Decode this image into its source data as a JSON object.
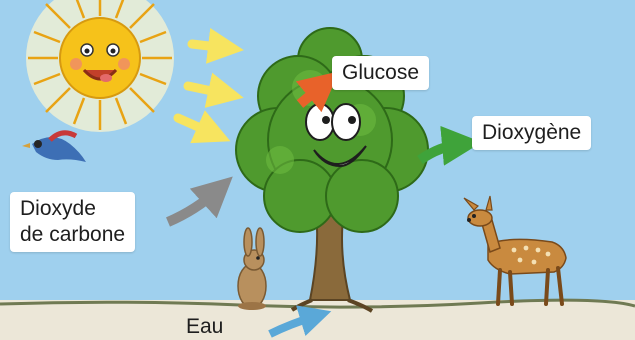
{
  "labels": {
    "glucose": "Glucose",
    "dioxygene": "Dioxygène",
    "co2_line1": "Dioxyde",
    "co2_line2": "de carbone",
    "eau": "Eau"
  },
  "colors": {
    "sky": "#9fd0ee",
    "ground": "#ece7d8",
    "sun": "#f6c21a",
    "sun_rays": "#f4d66b",
    "foliage": "#4f9a2e",
    "trunk": "#8a6a3b",
    "arrow_sunlight": "#f7e45f",
    "arrow_glucose": "#e8622a",
    "arrow_dioxygene": "#3fa33a",
    "arrow_co2": "#8a8a8a",
    "arrow_eau": "#5aa8d8"
  },
  "icons": [
    "sun-icon",
    "bird-icon",
    "tree-icon",
    "rabbit-icon",
    "deer-icon"
  ]
}
